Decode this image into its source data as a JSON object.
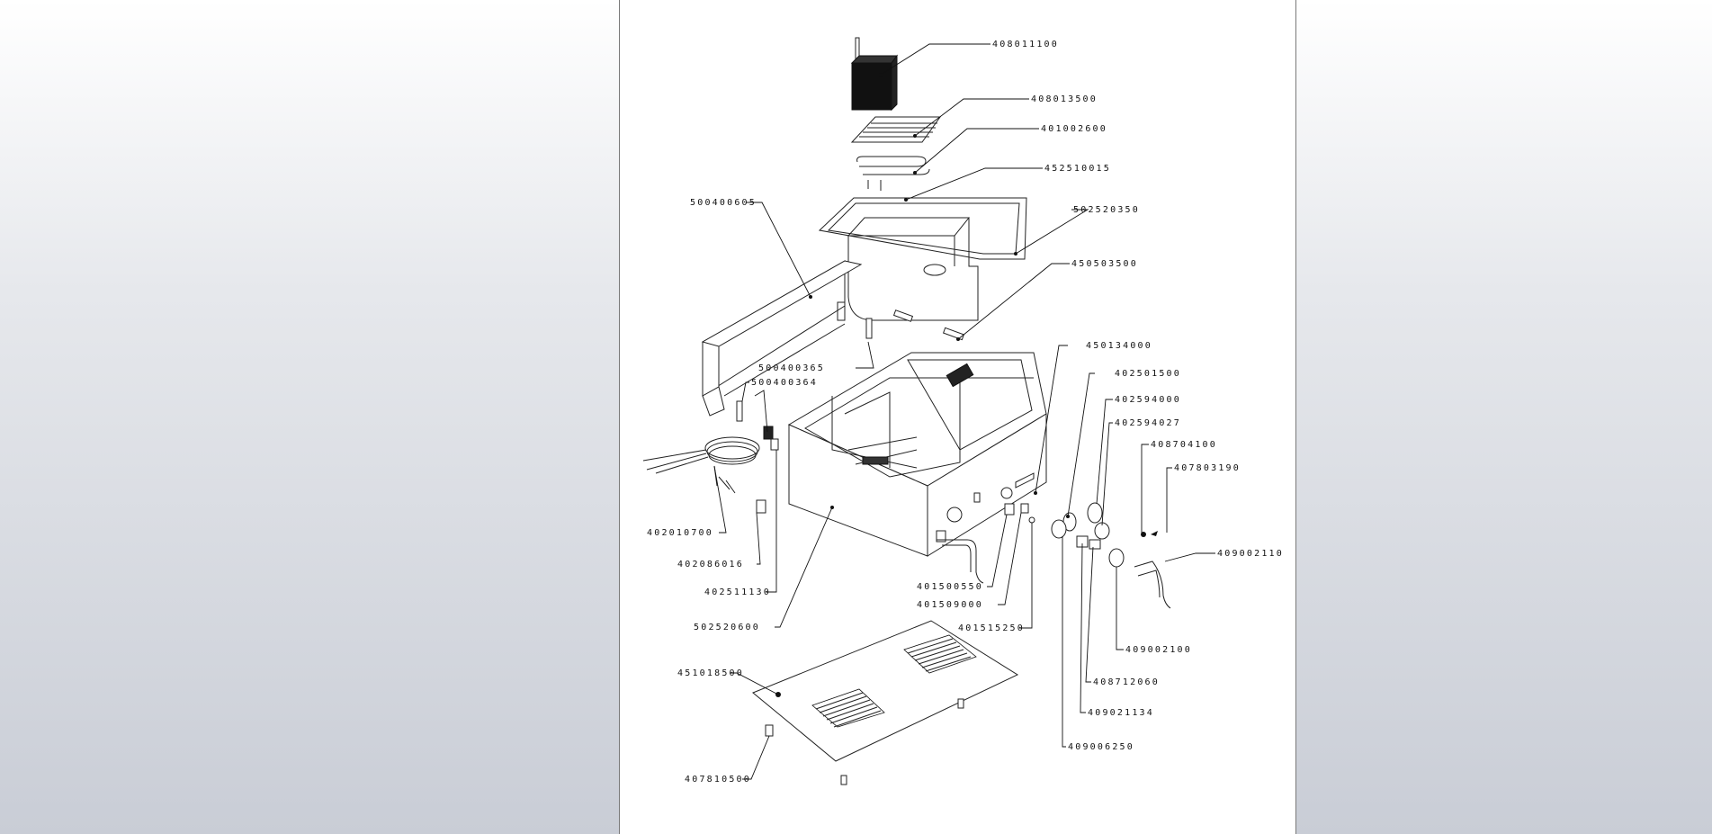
{
  "parts": {
    "p408011100": "408011100",
    "p408013500": "408013500",
    "p401002600": "401002600",
    "p452510015": "452510015",
    "p502520350": "502520350",
    "p450503500": "450503500",
    "p500400605": "500400605",
    "p500400365": "500400365",
    "p500400364": "500400364",
    "p450134000": "450134000",
    "p402501500": "402501500",
    "p402594000": "402594000",
    "p402594027": "402594027",
    "p408704100": "408704100",
    "p407803190": "407803190",
    "p402010700": "402010700",
    "p402086016": "402086016",
    "p402511130": "402511130",
    "p502520600": "502520600",
    "p401500550": "401500550",
    "p401509000": "401509000",
    "p401515250": "401515250",
    "p409002110": "409002110",
    "p409002100": "409002100",
    "p408712060": "408712060",
    "p409021134": "409021134",
    "p409006250": "409006250",
    "p451018500": "451018500",
    "p407810500": "407810500"
  }
}
